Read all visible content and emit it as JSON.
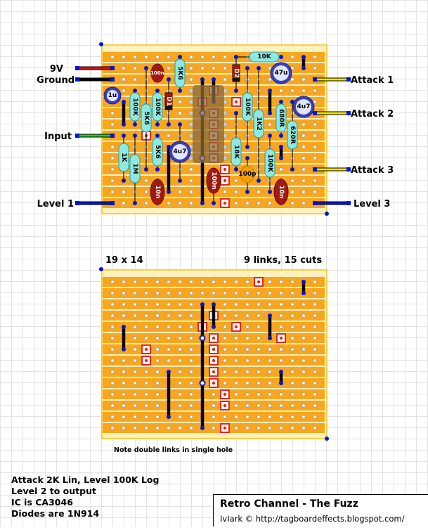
{
  "labels_left": {
    "v9": "9V",
    "ground": "Ground",
    "input": "Input",
    "level1": "Level 1"
  },
  "labels_right": {
    "attack1": "Attack 1",
    "attack2": "Attack 2",
    "attack3": "Attack 3",
    "level3": "Level 3"
  },
  "board_size": "19 x 14",
  "board_summary": "9 links, 15 cuts",
  "board_note": "Note double links in single hole",
  "notes": [
    "Attack 2K Lin, Level 100K Log",
    "Level 2 to output",
    "IC is CA3046",
    "Diodes are 1N914"
  ],
  "title": "Retro Channel - The Fuzz",
  "credit": "IvIark © http://tagboardeffects.blogspot.com/",
  "colors": {
    "board": "#fdf1bd",
    "strip": "#f8a620",
    "cut": "#e8251b",
    "link": "#000000",
    "dot": "#0015d6",
    "resistor": "#8ee9e2",
    "electrolytic": "#3b3fbf",
    "ceramic": "#a01a10",
    "ic": "#8a6a3a"
  },
  "components": [
    {
      "type": "resistor",
      "label": "10K"
    },
    {
      "type": "resistor",
      "label": "5K6"
    },
    {
      "type": "resistor",
      "label": "100K"
    },
    {
      "type": "resistor",
      "label": "5K6"
    },
    {
      "type": "resistor",
      "label": "100K"
    },
    {
      "type": "diode",
      "label": "D1"
    },
    {
      "type": "diode",
      "label": "D2"
    },
    {
      "type": "resistor",
      "label": "100K"
    },
    {
      "type": "resistor",
      "label": "1K2"
    },
    {
      "type": "resistor",
      "label": "680R"
    },
    {
      "type": "resistor",
      "label": "620R"
    },
    {
      "type": "resistor",
      "label": "1K"
    },
    {
      "type": "resistor",
      "label": "1M"
    },
    {
      "type": "resistor",
      "label": "5K6"
    },
    {
      "type": "resistor",
      "label": "18K"
    },
    {
      "type": "resistor",
      "label": "100K"
    },
    {
      "type": "ceramic-cap",
      "label": "100n"
    },
    {
      "type": "ceramic-cap",
      "label": "100n"
    },
    {
      "type": "ceramic-cap",
      "label": "10n"
    },
    {
      "type": "ceramic-cap",
      "label": "10n"
    },
    {
      "type": "ceramic-cap-small",
      "label": "100p"
    },
    {
      "type": "electrolytic-cap",
      "label": "47u"
    },
    {
      "type": "electrolytic-cap",
      "label": "1u"
    },
    {
      "type": "electrolytic-cap",
      "label": "4u7"
    },
    {
      "type": "electrolytic-cap",
      "label": "4u7"
    }
  ]
}
